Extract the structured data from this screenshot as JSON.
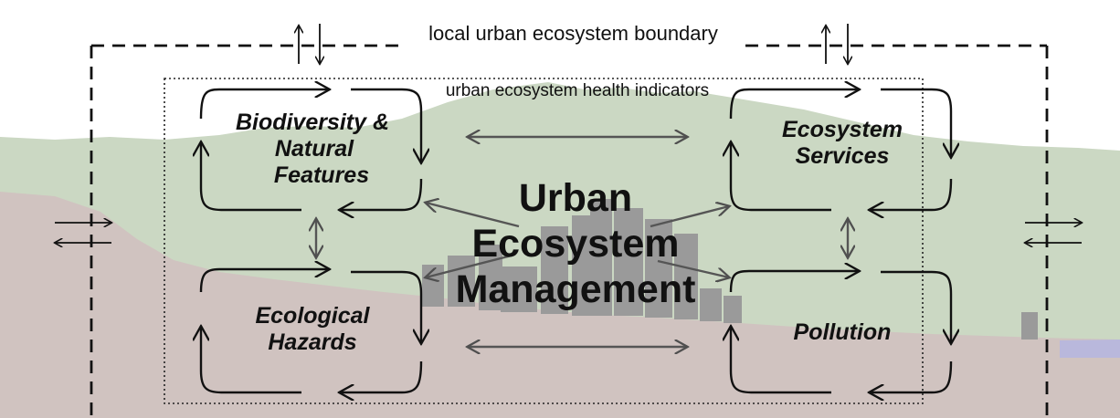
{
  "labels": {
    "outer_boundary": "local urban ecosystem boundary",
    "inner_boundary": "urban ecosystem health indicators",
    "center": [
      "Urban",
      "Ecosystem",
      "Management"
    ],
    "top_left": [
      "Biodiversity &",
      "Natural",
      "Features"
    ],
    "top_right": [
      "Ecosystem",
      "Services"
    ],
    "bottom_left": [
      "Ecological",
      "Hazards"
    ],
    "bottom_right": "Pollution"
  },
  "colors": {
    "sky": "#ffffff",
    "hills": "#cbd8c3",
    "ground": "#d0c3c0",
    "city": "#9a9a9a",
    "water": "#b9b8dc",
    "line": "#111111",
    "connector": "#555555"
  }
}
